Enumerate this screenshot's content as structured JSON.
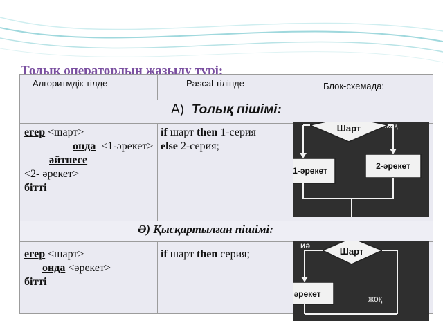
{
  "slide": {
    "title": "Толық операторлың жазылу түрі:"
  },
  "table": {
    "headers": [
      "Алгоритмдік тілде",
      "Pascal тілінде",
      "Блок-схемада:"
    ],
    "section_a": {
      "letter": "А)",
      "title": "Толық пішімі:"
    },
    "section_b": {
      "title": "Ә) Қысқартылған пішімі:"
    },
    "full": {
      "algo": {
        "if_kw": "егер",
        "cond": "<шарт>",
        "then_kw": "онда",
        "action1": "<1-әрекет>",
        "else_kw": "әйтпесе",
        "action2": "<2- әрекет>",
        "end_kw": "бітті"
      },
      "pascal": {
        "if_kw": "if",
        "cond": "шарт",
        "then_kw": "then",
        "stmt1": "1-серия",
        "else_kw": "else",
        "stmt2": "2-серия;"
      }
    },
    "short": {
      "algo": {
        "if_kw": "егер",
        "cond": "<шарт>",
        "then_kw": "онда",
        "action": "<әрекет>",
        "end_kw": "бітті"
      },
      "pascal": {
        "if_kw": "if",
        "cond": "шарт",
        "then_kw": "then",
        "stmt": "серия;"
      }
    }
  },
  "flowchart_full": {
    "cond": "Шарт",
    "left": "1-әрекет",
    "right": "2-әрекет",
    "no": "жоқ"
  },
  "flowchart_short": {
    "cond": "Шарт",
    "yes": "иә",
    "action": "әрекет",
    "no": "жоқ"
  },
  "colors": {
    "title": "#7a4fa0",
    "flow_bg": "#2f2f2f",
    "flow_box": "#f2f2f2"
  }
}
